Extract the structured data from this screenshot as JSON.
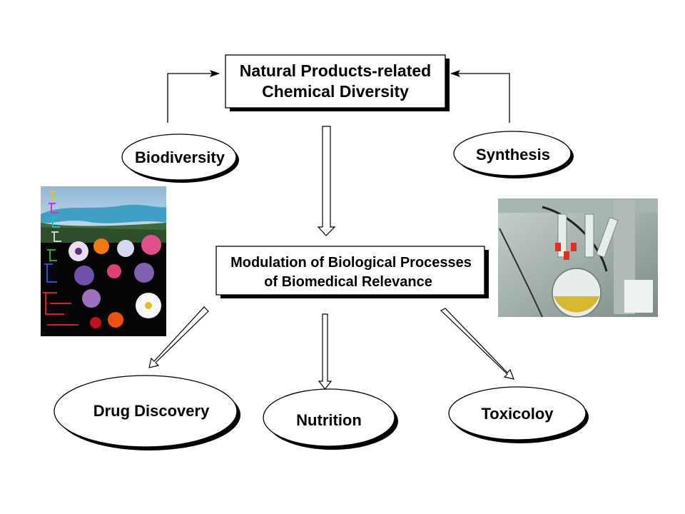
{
  "top_box": {
    "line1": "Natural Products-related",
    "line2": "Chemical Diversity"
  },
  "middle_box": {
    "line1": "Modulation of Biological Processes",
    "line2": "of Biomedical Relevance"
  },
  "sources": {
    "left": "Biodiversity",
    "right": "Synthesis"
  },
  "outcomes": {
    "left": "Drug Discovery",
    "center": "Nutrition",
    "right": "Toxicoloy"
  },
  "images": {
    "left": "biodiversity-collage-image",
    "right": "lab-flask-photo"
  },
  "colors": {
    "stroke": "#000000",
    "fill": "#ffffff",
    "shadow": "#000000"
  }
}
